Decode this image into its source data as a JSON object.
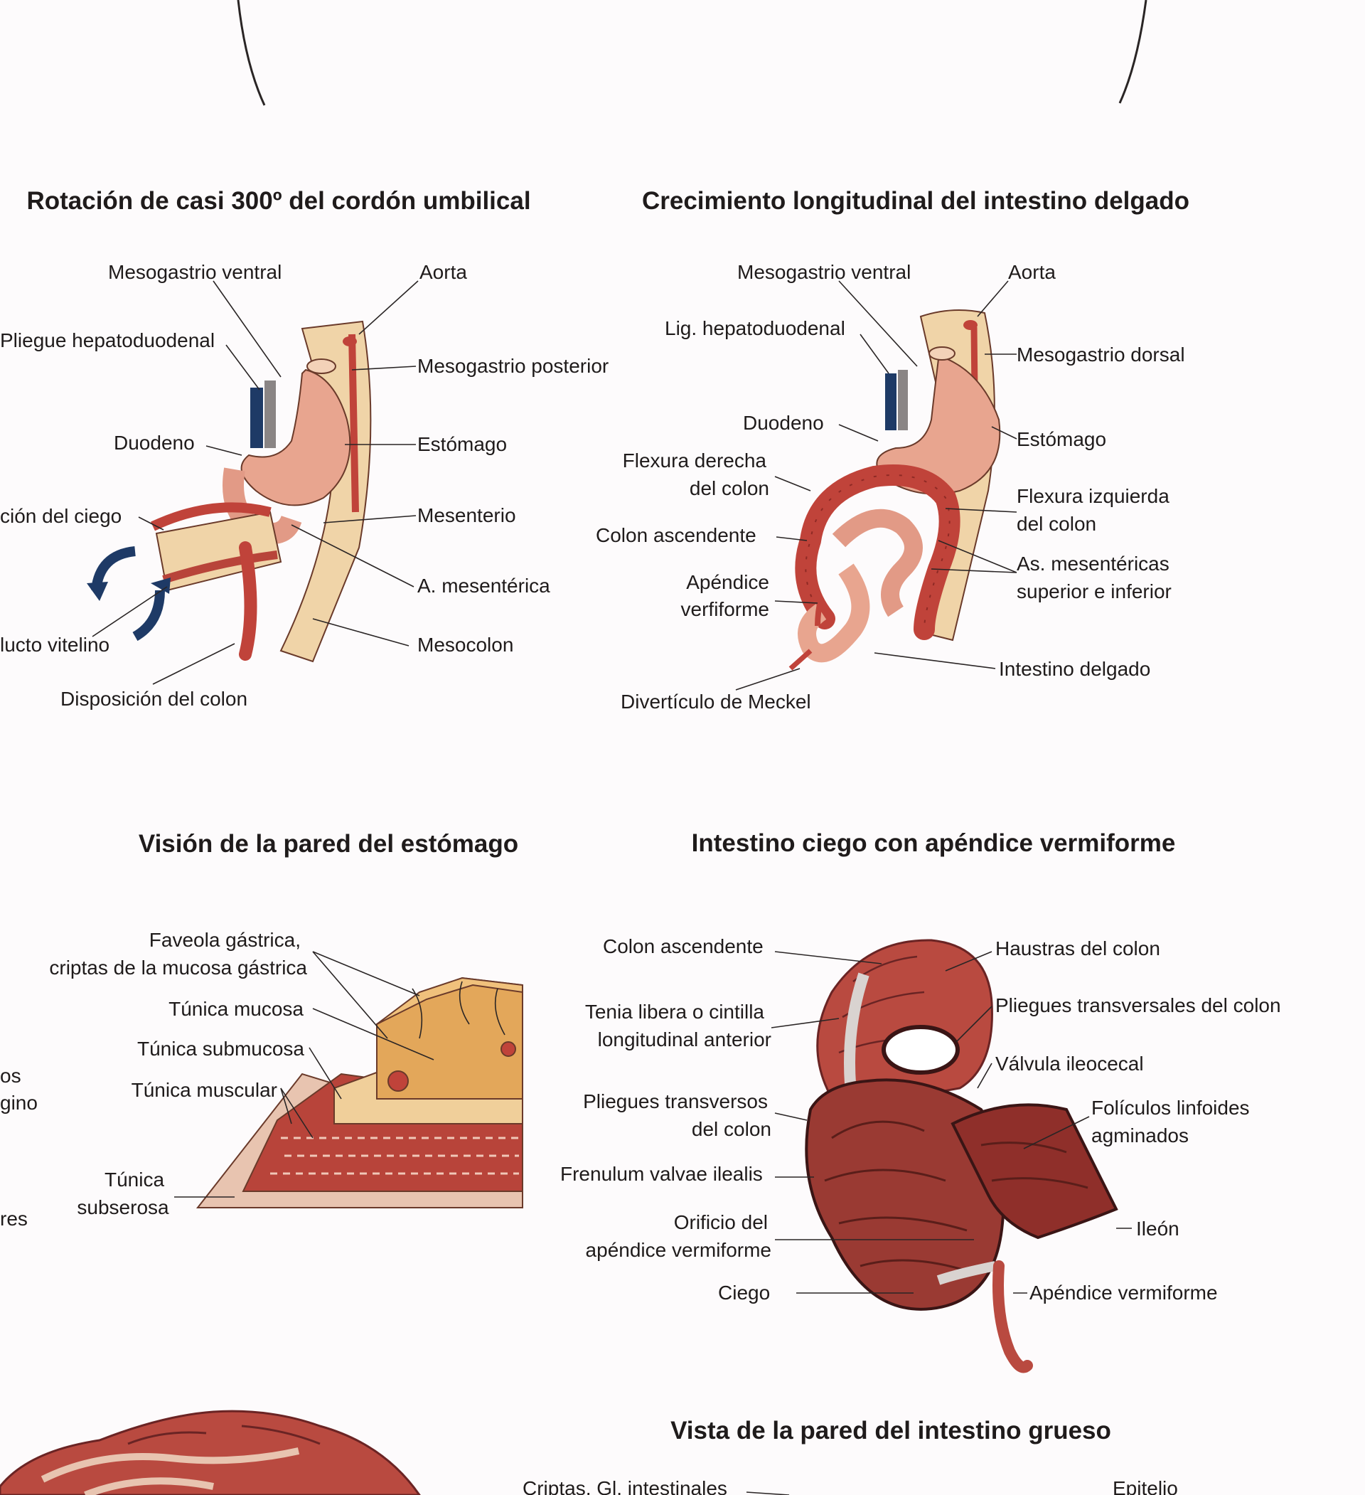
{
  "panels": {
    "rotacion": {
      "title": "Rotación de casi 300º del cordón umbilical",
      "labels": {
        "mesogastrio_ventral": "Mesogastrio ventral",
        "aorta": "Aorta",
        "pliegue_hepatoduodenal": "Pliegue hepatoduodenal",
        "mesogastrio_posterior": "Mesogastrio posterior",
        "duodeno": "Duodeno",
        "estomago": "Estómago",
        "posicion_ciego": "ción del ciego",
        "mesenterio": "Mesenterio",
        "a_mesenterica": "A. mesentérica",
        "conducto_vitelino": "lucto vitelino",
        "mesocolon": "Mesocolon",
        "disposicion_colon": "Disposición del colon"
      }
    },
    "crecimiento": {
      "title": "Crecimiento longitudinal del intestino delgado",
      "labels": {
        "mesogastrio_ventral": "Mesogastrio ventral",
        "aorta": "Aorta",
        "lig_hepatoduodenal": "Lig. hepatoduodenal",
        "mesogastrio_dorsal": "Mesogastrio dorsal",
        "duodeno": "Duodeno",
        "estomago": "Estómago",
        "flexura_derecha_1": "Flexura derecha",
        "flexura_derecha_2": "del colon",
        "flexura_izquierda_1": "Flexura izquierda",
        "flexura_izquierda_2": "del colon",
        "colon_ascendente": "Colon ascendente",
        "as_mesentericas_1": "As. mesentéricas",
        "as_mesentericas_2": "superior e inferior",
        "apendice_1": "Apéndice",
        "apendice_2": "verfiforme",
        "intestino_delgado": "Intestino delgado",
        "diverticulo_meckel": "Divertículo de Meckel"
      }
    },
    "pared_estomago": {
      "title": "Visión de la pared del estómago",
      "labels": {
        "faveola_1": "Faveola gástrica,",
        "faveola_2": "criptas de la mucosa gástrica",
        "tunica_mucosa": "Túnica mucosa",
        "tunica_submucosa": "Túnica submucosa",
        "tunica_muscular": "Túnica muscular",
        "tunica_subserosa_1": "Túnica",
        "tunica_subserosa_2": "subserosa",
        "edge_1": "os",
        "edge_2": "gino",
        "edge_3": "res"
      }
    },
    "ciego": {
      "title": "Intestino ciego con apéndice vermiforme",
      "labels": {
        "colon_ascendente": "Colon ascendente",
        "haustras": "Haustras del colon",
        "tenia_1": "Tenia libera o cintilla",
        "tenia_2": "longitudinal anterior",
        "pliegues_transversales": "Pliegues transversales del colon",
        "valvula_ileocecal": "Válvula ileocecal",
        "pliegues_transversos_1": "Pliegues transversos",
        "pliegues_transversos_2": "del colon",
        "foliculos_1": "Folículos linfoides",
        "foliculos_2": "agminados",
        "frenulum": "Frenulum valvae ilealis",
        "orificio_1": "Orificio del",
        "orificio_2": "apéndice vermiforme",
        "ileon": "Ileón",
        "ciego": "Ciego",
        "apendice": "Apéndice vermiforme"
      }
    },
    "intestino_grueso": {
      "title": "Vista de la pared del intestino grueso",
      "labels": {
        "criptas": "Criptas, Gl. intestinales",
        "epitelio": "Epitelio"
      }
    }
  },
  "colors": {
    "peach": "#e8a58f",
    "tan": "#f0cf9a",
    "red": "#c0433a",
    "dark_red": "#8f2a25",
    "navy": "#1e3a66",
    "orange": "#e3a75a"
  }
}
